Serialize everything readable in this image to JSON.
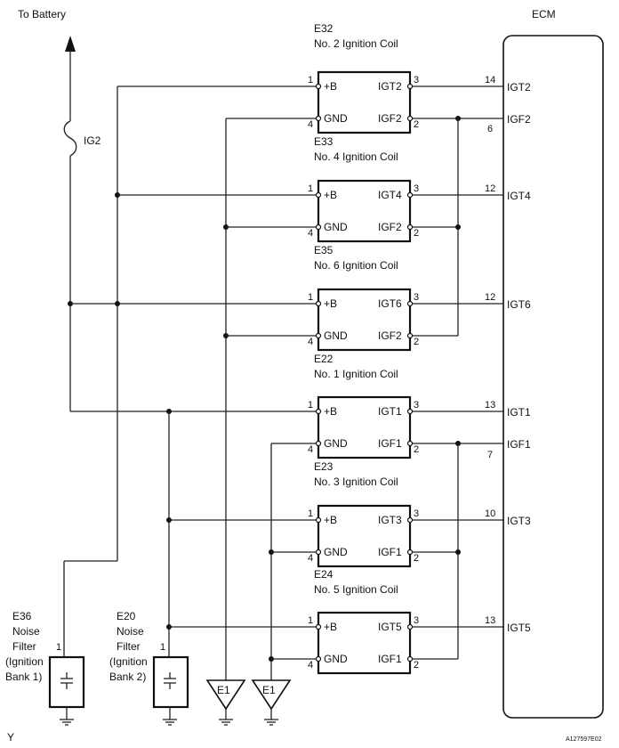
{
  "battery_label": "To Battery",
  "fuse_label": "IG2",
  "ecm": {
    "title": "ECM",
    "terminals": [
      {
        "pin": "14",
        "name": "IGT2"
      },
      {
        "pin": "6",
        "name": "IGF2"
      },
      {
        "pin": "12",
        "name": "IGT4"
      },
      {
        "pin": "12",
        "name": "IGT6"
      },
      {
        "pin": "13",
        "name": "IGT1"
      },
      {
        "pin": "7",
        "name": "IGF1"
      },
      {
        "pin": "10",
        "name": "IGT3"
      },
      {
        "pin": "13",
        "name": "IGT5"
      }
    ]
  },
  "coils": [
    {
      "code": "E32",
      "name": "No. 2 Ignition Coil",
      "pin_b": "1",
      "pin_gnd": "4",
      "pin_igt": "3",
      "pin_igf": "2",
      "label_b": "+B",
      "label_gnd": "GND",
      "label_igt": "IGT2",
      "label_igf": "IGF2"
    },
    {
      "code": "E33",
      "name": "No. 4 Ignition Coil",
      "pin_b": "1",
      "pin_gnd": "4",
      "pin_igt": "3",
      "pin_igf": "2",
      "label_b": "+B",
      "label_gnd": "GND",
      "label_igt": "IGT4",
      "label_igf": "IGF2"
    },
    {
      "code": "E35",
      "name": "No. 6 Ignition Coil",
      "pin_b": "1",
      "pin_gnd": "4",
      "pin_igt": "3",
      "pin_igf": "2",
      "label_b": "+B",
      "label_gnd": "GND",
      "label_igt": "IGT6",
      "label_igf": "IGF2"
    },
    {
      "code": "E22",
      "name": "No. 1 Ignition Coil",
      "pin_b": "1",
      "pin_gnd": "4",
      "pin_igt": "3",
      "pin_igf": "2",
      "label_b": "+B",
      "label_gnd": "GND",
      "label_igt": "IGT1",
      "label_igf": "IGF1"
    },
    {
      "code": "E23",
      "name": "No. 3 Ignition Coil",
      "pin_b": "1",
      "pin_gnd": "4",
      "pin_igt": "3",
      "pin_igf": "2",
      "label_b": "+B",
      "label_gnd": "GND",
      "label_igt": "IGT3",
      "label_igf": "IGF1"
    },
    {
      "code": "E24",
      "name": "No. 5 Ignition Coil",
      "pin_b": "1",
      "pin_gnd": "4",
      "pin_igt": "3",
      "pin_igf": "2",
      "label_b": "+B",
      "label_gnd": "GND",
      "label_igt": "IGT5",
      "label_igf": "IGF1"
    }
  ],
  "noise_filters": [
    {
      "lines": [
        "E36",
        "Noise",
        "Filter",
        "(Ignition",
        "Bank 1)"
      ],
      "pin": "1"
    },
    {
      "lines": [
        "E20",
        "Noise",
        "Filter",
        "(Ignition",
        "Bank 2)"
      ],
      "pin": "1"
    }
  ],
  "grounds": [
    "E1",
    "E1"
  ],
  "footer": {
    "left": "Y",
    "right": "A127597E02"
  }
}
